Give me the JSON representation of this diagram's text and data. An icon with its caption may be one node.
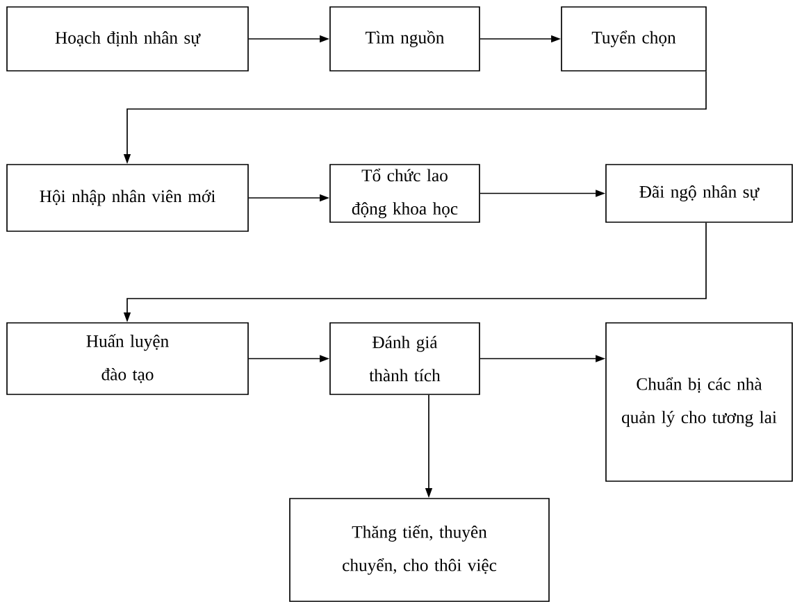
{
  "diagram": {
    "nodes": [
      {
        "text": [
          "Hoạch định nhân sự"
        ]
      },
      {
        "text": [
          "Tìm nguồn"
        ]
      },
      {
        "text": [
          "Tuyển chọn"
        ]
      },
      {
        "text": [
          "Hội nhập nhân viên mới"
        ]
      },
      {
        "text": [
          "Tổ chức lao động khoa học"
        ]
      },
      {
        "text": [
          "Đãi ngộ nhân sự"
        ]
      },
      {
        "text": [
          "Huấn luyện đào tạo"
        ]
      },
      {
        "text": [
          "Đánh giá thành tích"
        ]
      },
      {
        "text": [
          "Chuẩn bị các nhà quản lý cho tương lai"
        ]
      },
      {
        "text": [
          "Thăng tiến, thuyên chuyển, cho thôi việc"
        ]
      }
    ],
    "edges": [
      {
        "from": 0,
        "to": 1,
        "arrow": "to"
      },
      {
        "from": 1,
        "to": 2,
        "arrow": "to"
      },
      {
        "from": 2,
        "to": 3,
        "arrow": "to"
      },
      {
        "from": 3,
        "to": 4,
        "arrow": "to"
      },
      {
        "from": 4,
        "to": 5,
        "arrow": "to"
      },
      {
        "from": 5,
        "to": 6,
        "arrow": "to"
      },
      {
        "from": 6,
        "to": 7,
        "arrow": "to"
      },
      {
        "from": 7,
        "to": 8,
        "arrow": "to"
      },
      {
        "from": 7,
        "to": 9,
        "arrow": "to"
      }
    ]
  }
}
